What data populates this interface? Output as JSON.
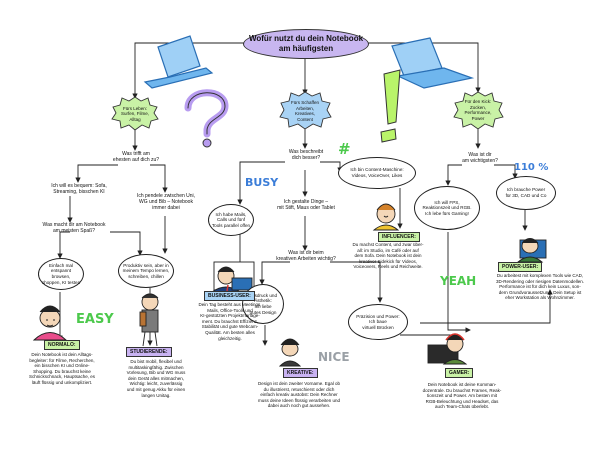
{
  "title": "Wofür nutzt du dein Notebook am häufigsten",
  "categories": {
    "leben": "Fürs Leben:\nSurfen, Filme,\nAlltag",
    "schaffen": "Fürs Schaffen\nArbeiten,\nKreatives,\nContent",
    "kick": "Für den Kick:\nZocken,\nPerformance,\nPower"
  },
  "questions": {
    "q_leben": "Was trifft am\nehesten auf dich zu?",
    "opt_bequem": "Ich will es bequem: Sofa,\nStreaming, bisschen KI",
    "opt_pendel": "Ich pendele zwischen Uni,\nWG und Bib – Notebook\nimmer dabei",
    "q_spass": "Was macht dir am Notebook\nam meisten Spaß?",
    "q_schaffen": "Was beschreibt\ndich besser?",
    "opt_gestalte": "Ich gestalte Dinge –\nmit Stift, Maus oder Tablet",
    "q_kreativ": "Was ist dir beim\nkreativen Arbeiten wichtig?",
    "q_kick": "Was ist dir\nam wichtigsten?"
  },
  "bubbles": {
    "einfach": "Einfach mal\nentspannt browsen,\nshoppen, KI testen",
    "produktiv": "Produktiv sein, aber in\nmeinem Tempo lernen,\nschreiben, chillen",
    "mails": "Ich habe Mails,\nCalls und fünf\nTools parallel offen",
    "content": "Ich bin Content-Maschine:\nVideos, VoiceOver, Likes",
    "ausdruck": "Ausdruck und\nÄsthetik:\nIch liebe\ngutes Design",
    "praezision": "Präzision und Power:\nIch baue\nvirtuell Brücken",
    "fps": "Ich will FPS,\nReaktionszeit und RGB.\nIch lebe fürs Gaming!",
    "power_ki": "Ich brauche Power\nfür 3D, CAD und Co"
  },
  "words": {
    "easy": "EASY",
    "busy": "BUSY",
    "nice": "NICE",
    "yeah": "YEAH",
    "pct": "110 %",
    "hash": "#"
  },
  "roles": {
    "normalo": "NORMALO:",
    "studierende": "STUDIERENDE:",
    "business": "BUSINESS-USER:",
    "influencer": "INFLUENCER:",
    "kreative": "KREATIVE:",
    "gamer": "GAMER:",
    "poweruser": "POWER-USER:"
  },
  "descriptions": {
    "normalo": "Dein Notebook ist dein Alltags-\nbegleiter: für Filme, Recherchen,\nein bisschen KI und Online-\nShopping. Du brauchst keine\nSchnickschnack, Hauptsache, es\nläuft flüssig und unkompliziert.",
    "studierende": "Du bist mobil, flexibel und\nmultitaskingfähig. Zwischen\nVorlesung, Bib und WG muss\ndein Gerät alles mitmachen,\nWichtig: leicht, zuverlässig\nund mit genug Akku für einen\nlangen Unitag.",
    "business": "Dein Tag besteht aus Meetings,\nMails, Office-Tools und\nKI-gestützten Projektmanage-\nment. Du brauchst Effizienz,\nStabilität und gute Webcam-\nQualität. Am besten alles\ngleichzeitig.",
    "influencer": "Du machst Content, und zwar über-\nall: im Studio, im Café oder auf\ndem Sofa. Dein Notebook ist dein\nkreativer Sidekick für Videos,\nVoiceovers, Reels und Reichweite.",
    "kreative": "Design ist dein zweiter Vorname. Egal ob\ndu illustrierst, retuschierst oder dich\neinfach kreativ austobst: Dein Rechner\nmuss deine Ideen flüssig verarbeiten und\ndabei auch noch gut aussehen.",
    "gamer": "Dein Notebook ist deine Komman-\ndozentrale. Du brauchst Frames, Reak-\ntionszeit und Power. Am besten mit\nRGB-Beleuchtung und Headset, das\nauch Team-Chats überlebt.",
    "poweruser": "Du arbeitest mit komplexen Tools wie CAD,\n3D-Rendering oder riesigen Datenmodellen.\nPerformance ist für dich kein Luxus, son-\ndern Grundvoraussetzung. Dein Setup ist\neher Workstation als Wohnzimmer."
  },
  "colors": {
    "title_bg": "#c8b6f0",
    "green_burst": "#c9f2a6",
    "blue_burst": "#a9d3f5",
    "lime": "#b9f46a",
    "purple": "#c9b3f2",
    "laptop_blue": "#5aa9e6",
    "easy_green": "#4cc94c",
    "busy_blue": "#3b7dd8",
    "nice_gray": "#9aa0a6",
    "yeah_green": "#4cc94c",
    "pct_blue": "#3b7dd8"
  }
}
